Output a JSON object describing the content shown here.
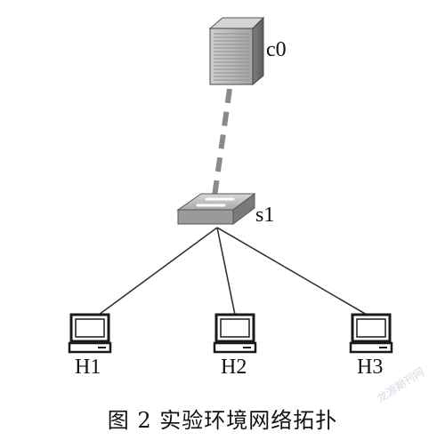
{
  "nodes": {
    "controller": "c0",
    "switch": "s1",
    "hosts": [
      "H1",
      "H2",
      "H3"
    ]
  },
  "links": [
    {
      "from": "c0",
      "to": "s1",
      "style": "dashed"
    },
    {
      "from": "s1",
      "to": "H1",
      "style": "solid"
    },
    {
      "from": "s1",
      "to": "H2",
      "style": "solid"
    },
    {
      "from": "s1",
      "to": "H3",
      "style": "solid"
    }
  ],
  "caption": "图 2    实验环境网络拓扑",
  "watermark": "龙源期刊网",
  "colors": {
    "controller_link": "#8a8a8a",
    "host_link": "#333333",
    "device": "#b8b8b8",
    "text": "#111111"
  },
  "icons": {
    "controller": "server-icon",
    "switch": "network-switch-icon",
    "host": "computer-monitor-icon"
  }
}
